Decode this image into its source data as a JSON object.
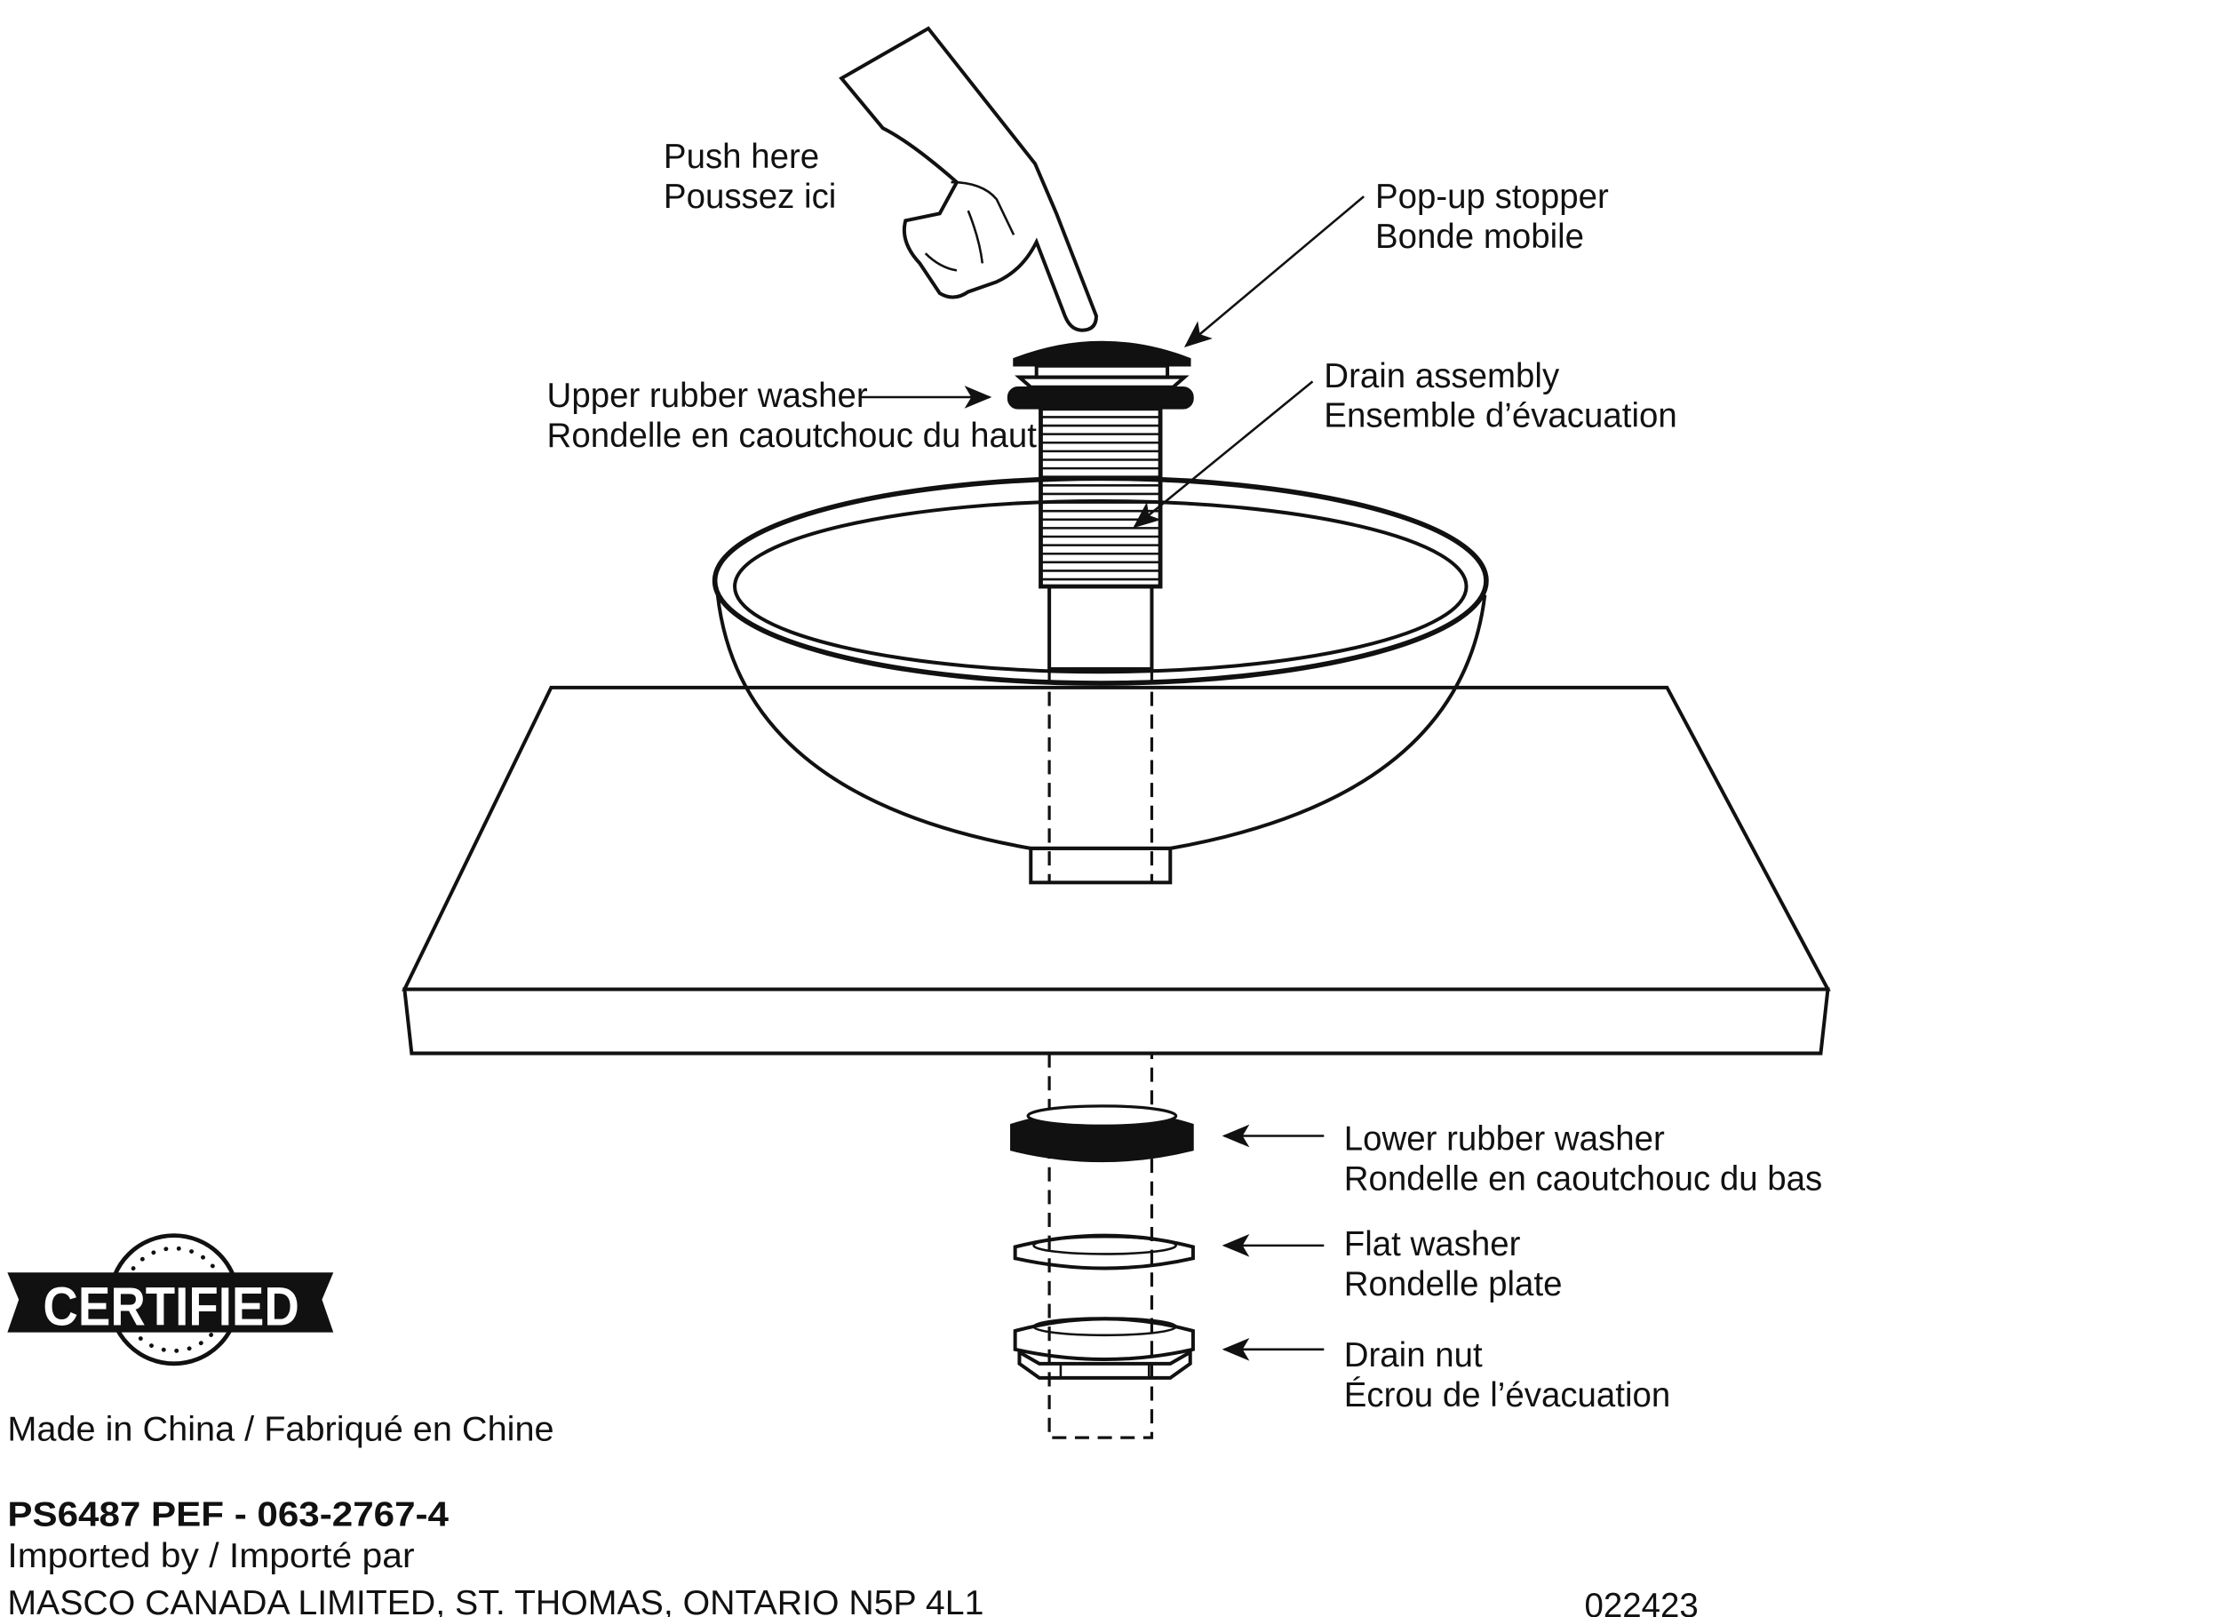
{
  "labels": {
    "push_en": "Push here",
    "push_fr": "Poussez ici",
    "stopper_en": "Pop-up stopper",
    "stopper_fr": "Bonde mobile",
    "upper_washer_en": "Upper rubber washer",
    "upper_washer_fr": "Rondelle en caoutchouc du haut",
    "drain_assembly_en": "Drain assembly",
    "drain_assembly_fr": "Ensemble d’évacuation",
    "lower_washer_en": "Lower rubber washer",
    "lower_washer_fr": "Rondelle en caoutchouc du bas",
    "flat_washer_en": "Flat washer",
    "flat_washer_fr": "Rondelle plate",
    "drain_nut_en": "Drain nut",
    "drain_nut_fr": "Écrou de l’évacuation"
  },
  "footer": {
    "certified_logo": "CERTIFIED",
    "made_in": "Made in China / Fabriqué en Chine",
    "model": "PS6487 PEF - 063-2767-4",
    "imported_by": "Imported by / Importé par",
    "importer": "MASCO CANADA LIMITED, ST. THOMAS, ONTARIO  N5P 4L1",
    "doc_code": "022423"
  }
}
